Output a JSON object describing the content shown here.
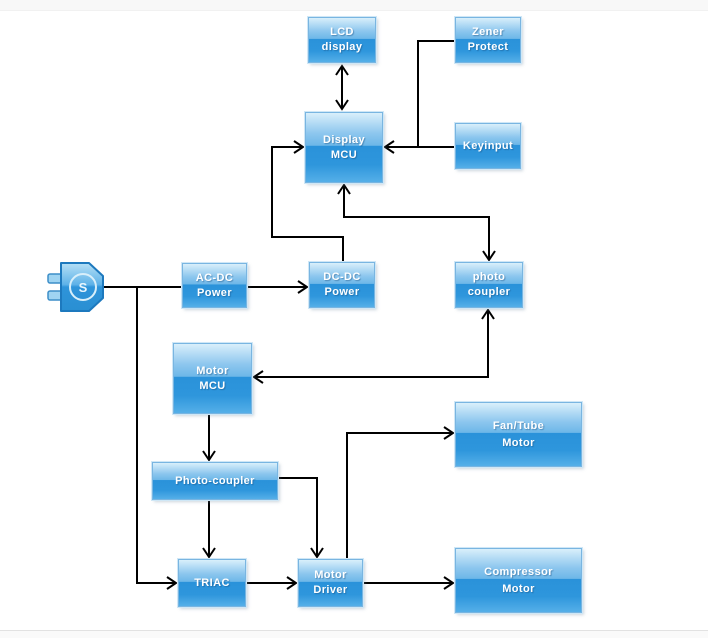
{
  "nodes": {
    "lcd_display": {
      "lines": [
        "LCD",
        "display"
      ]
    },
    "zener_protect": {
      "lines": [
        "Zener",
        "Protect"
      ]
    },
    "display_mcu": {
      "lines": [
        "Display",
        "MCU"
      ]
    },
    "keyinput": {
      "lines": [
        "Keyinput"
      ]
    },
    "ac_dc_power": {
      "lines": [
        "AC-DC",
        "Power"
      ]
    },
    "dc_dc_power": {
      "lines": [
        "DC-DC",
        "Power"
      ]
    },
    "photo_coupler": {
      "lines": [
        "photo",
        "coupler"
      ]
    },
    "motor_mcu": {
      "lines": [
        "Motor",
        "MCU"
      ]
    },
    "photo_coupler_2": {
      "lines": [
        "Photo-coupler"
      ]
    },
    "triac": {
      "lines": [
        "TRIAC"
      ]
    },
    "motor_driver": {
      "lines": [
        "Motor",
        "Driver"
      ]
    },
    "fan_tube_motor": {
      "lines": [
        "Fan/Tube",
        "Motor"
      ]
    },
    "compressor_motor": {
      "lines": [
        "Compressor",
        "Motor"
      ]
    }
  },
  "plug": {
    "letter": "S"
  },
  "colors": {
    "block_gradient_top": "#d9effb",
    "block_gradient_upper_mid": "#6db7e8",
    "block_gradient_lower_mid": "#2a92da",
    "block_gradient_bottom": "#55afe8",
    "block_border": "#79b5e1",
    "block_text": "#ffffff",
    "connector": "#000000",
    "page_background": "#ffffff",
    "top_strip": "#f8f8f8"
  }
}
